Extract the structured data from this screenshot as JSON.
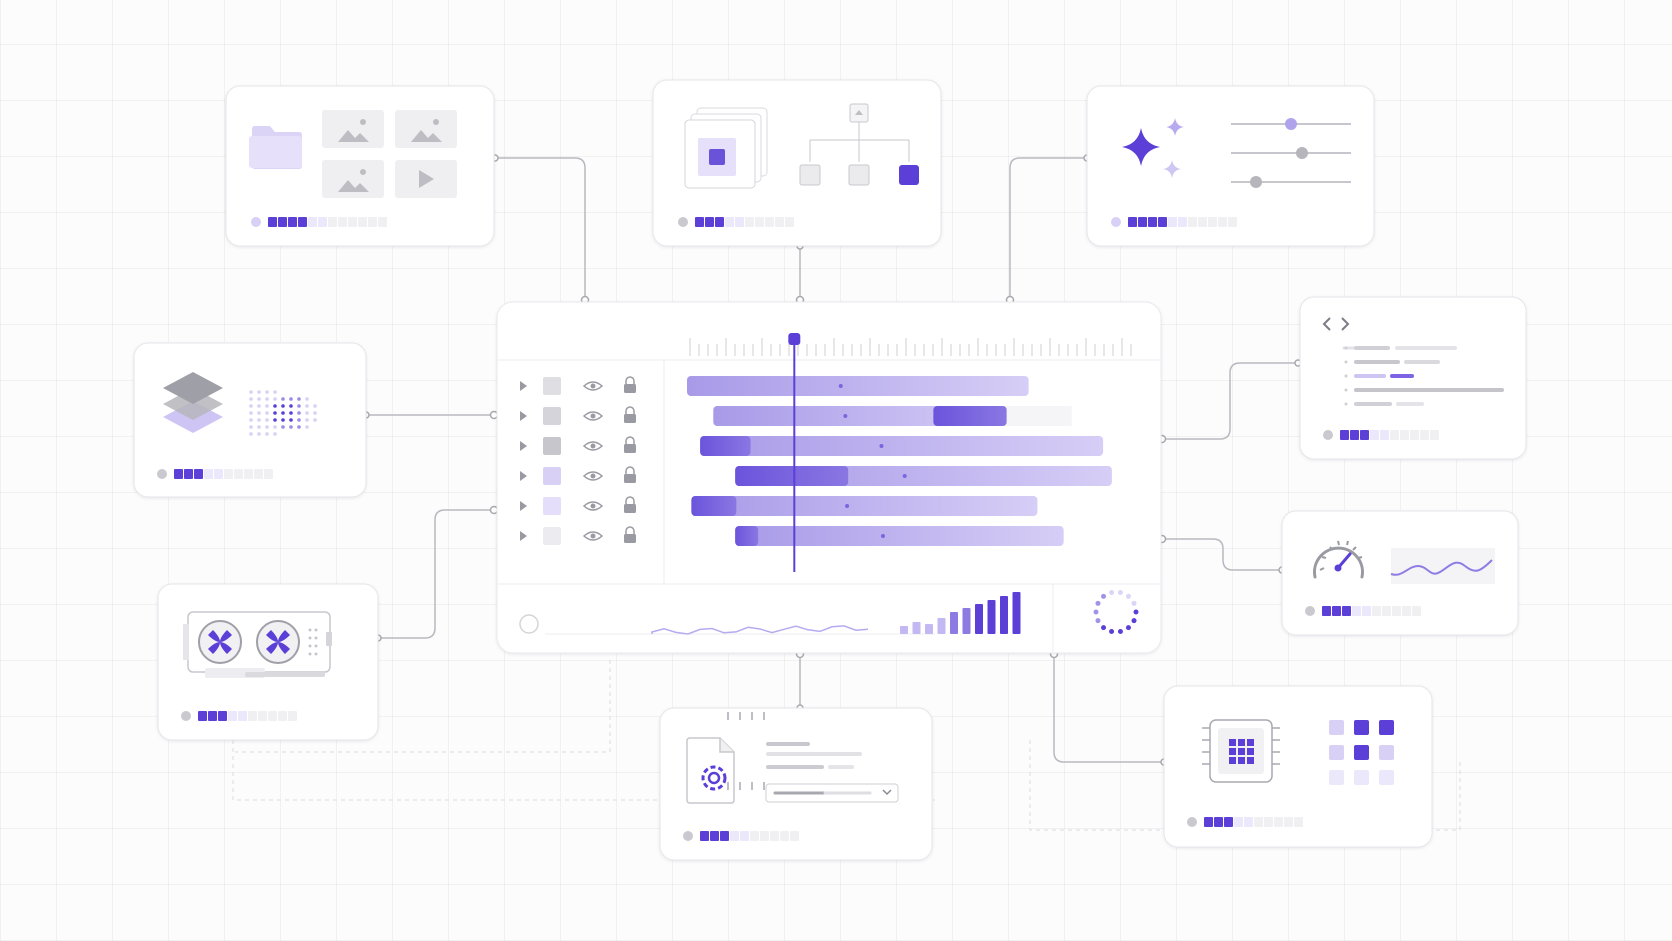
{
  "colors": {
    "accent": "#5b3fd6",
    "accent_mid": "#9d8be6",
    "accent_light": "#d8d0f5",
    "accent_faint": "#ece8fb",
    "neutral": "#c9c9cf",
    "neutral_light": "#e6e6ea",
    "line": "#b8b8bf"
  },
  "cards": [
    {
      "id": "media-library",
      "icons": [
        "folder-icon",
        "image-icon",
        "image-icon",
        "image-icon",
        "play-icon"
      ],
      "progress": {
        "filled": 4,
        "total": 12
      }
    },
    {
      "id": "compositing",
      "icons": [
        "layer-stack-icon",
        "hierarchy-tree-icon"
      ],
      "progress": {
        "filled": 3,
        "total": 10
      }
    },
    {
      "id": "ai-enhance",
      "icons": [
        "sparkle-icon",
        "slider-icon"
      ],
      "progress": {
        "filled": 4,
        "total": 11
      }
    },
    {
      "id": "layers",
      "icons": [
        "layers-icon",
        "particle-icon"
      ],
      "progress": {
        "filled": 3,
        "total": 10
      }
    },
    {
      "id": "code",
      "icons": [
        "code-icon"
      ],
      "progress": {
        "filled": 3,
        "total": 10
      }
    },
    {
      "id": "performance",
      "icons": [
        "speedometer-icon",
        "waveform-icon"
      ],
      "progress": {
        "filled": 3,
        "total": 10
      }
    },
    {
      "id": "gpu",
      "icons": [
        "gpu-fan-icon"
      ],
      "progress": {
        "filled": 3,
        "total": 10
      }
    },
    {
      "id": "settings-file",
      "icons": [
        "settings-file-icon",
        "dropdown-icon"
      ],
      "progress": {
        "filled": 3,
        "total": 10
      }
    },
    {
      "id": "processor",
      "icons": [
        "cpu-chip-icon",
        "grid-icon"
      ],
      "progress": {
        "filled": 3,
        "total": 10
      }
    }
  ],
  "timeline": {
    "tracks": [
      {
        "start": 0.0,
        "end": 0.78,
        "dark": 0.0
      },
      {
        "start": 0.06,
        "end": 0.73,
        "dark": 0.33
      },
      {
        "start": 0.03,
        "end": 0.95,
        "dark": 0.25
      },
      {
        "start": 0.11,
        "end": 0.97,
        "dark": 0.6
      },
      {
        "start": 0.01,
        "end": 0.8,
        "dark": 0.26
      },
      {
        "start": 0.11,
        "end": 0.86,
        "dark": 0.14
      }
    ],
    "playhead": 0.245,
    "activity": [
      0.02,
      0.05,
      0.03,
      0.06,
      0.04,
      0.08,
      0.05,
      0.09,
      0.07,
      0.12,
      0.1,
      0.15,
      0.13,
      0.2,
      0.18,
      0.3,
      0.35,
      0.45,
      0.55,
      0.6,
      0.7,
      0.8,
      0.95
    ]
  }
}
